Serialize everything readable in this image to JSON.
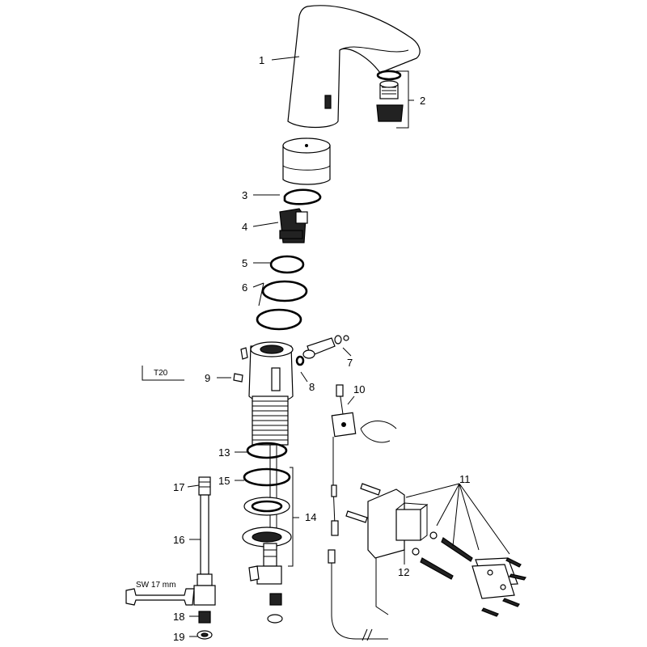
{
  "labels": {
    "p1": "1",
    "p2": "2",
    "p3": "3",
    "p4": "4",
    "p5": "5",
    "p6": "6",
    "p7": "7",
    "p8": "8",
    "p9": "9",
    "p10": "10",
    "p11": "11",
    "p12": "12",
    "p13": "13",
    "p14": "14",
    "p15": "15",
    "p16": "16",
    "p17": "17",
    "p18": "18",
    "p19": "19"
  },
  "tools": {
    "torx_key": "T20",
    "wrench": "SW 17 mm"
  }
}
